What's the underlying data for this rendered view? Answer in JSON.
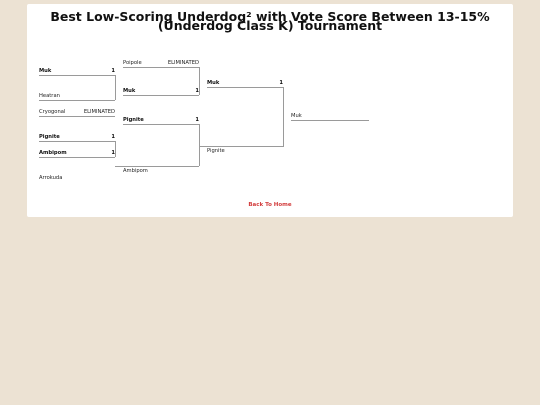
{
  "title": "Best Low-Scoring Underdog² with Vote Score Between 13-15% (Underdog Class K) Tournament",
  "back_link": "Back To Home",
  "round1": [
    {
      "name": "Muk",
      "score": "1"
    },
    {
      "name": "Heatran",
      "score": ""
    },
    {
      "name": "Cryogonal",
      "score": "ELIMINATED"
    },
    {
      "name": "Pignite",
      "score": "1"
    },
    {
      "name": "Ambipom",
      "score": "1"
    },
    {
      "name": "Arrokuda",
      "score": ""
    }
  ],
  "round2": [
    {
      "name": "Poipole",
      "score": "ELIMINATED"
    },
    {
      "name": "Muk",
      "score": "1"
    },
    {
      "name": "Pignite",
      "score": "1"
    },
    {
      "name": "Ambipom",
      "score": ""
    }
  ],
  "round3": [
    {
      "name": "Muk",
      "score": "1"
    },
    {
      "name": "Pignite",
      "score": ""
    }
  ],
  "winner": {
    "name": "Muk"
  }
}
